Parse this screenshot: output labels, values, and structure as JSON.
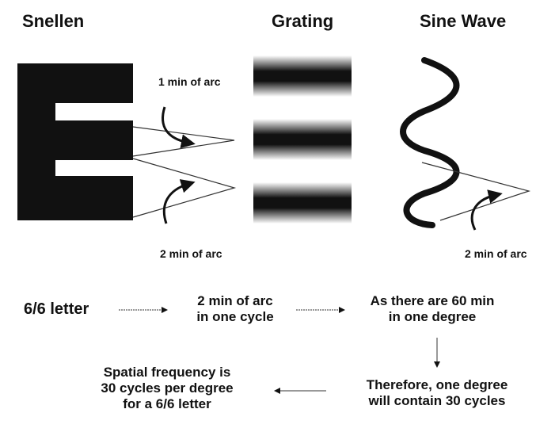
{
  "headers": {
    "snellen": "Snellen",
    "grating": "Grating",
    "sine_wave": "Sine Wave"
  },
  "annotations": {
    "one_min_arc": "1 min of arc",
    "two_min_arc_snellen": "2 min of arc",
    "two_min_arc_sine": "2 min of arc"
  },
  "flow": {
    "letter": "6/6 letter",
    "step1_line1": "2 min of arc",
    "step1_line2": "in one cycle",
    "step2_line1": "As there are 60 min",
    "step2_line2": "in one degree",
    "step3_line1": "Therefore, one degree",
    "step3_line2": "will contain 30 cycles",
    "result_line1": "Spatial frequency is",
    "result_line2": "30 cycles per degree",
    "result_line3": "for a 6/6 letter"
  }
}
